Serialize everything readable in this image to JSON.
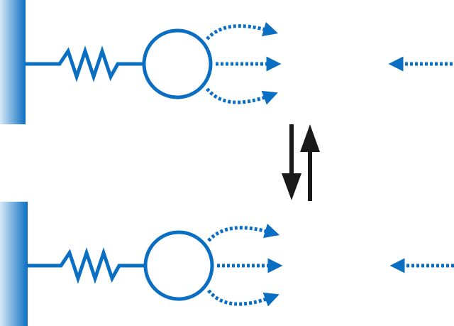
{
  "colors": {
    "primary_blue": "#0a6fc2",
    "wall_highlight": "#d7e9f8",
    "wall_dark": "#0a6fc2",
    "equilibrium_arrow": "#1a1a1a",
    "background": "#ffffff"
  },
  "diagram": {
    "systems": [
      {
        "id": "top-system",
        "parts": [
          "wall",
          "spring",
          "mass",
          "emission-arc-up",
          "emission-straight",
          "emission-arc-down",
          "incoming-arrow"
        ]
      },
      {
        "id": "bottom-system",
        "parts": [
          "wall",
          "spring",
          "mass",
          "emission-arc-up",
          "emission-straight",
          "emission-arc-down",
          "incoming-arrow"
        ]
      }
    ],
    "equilibrium": {
      "arrows": [
        "down-arrow",
        "up-arrow"
      ]
    }
  }
}
